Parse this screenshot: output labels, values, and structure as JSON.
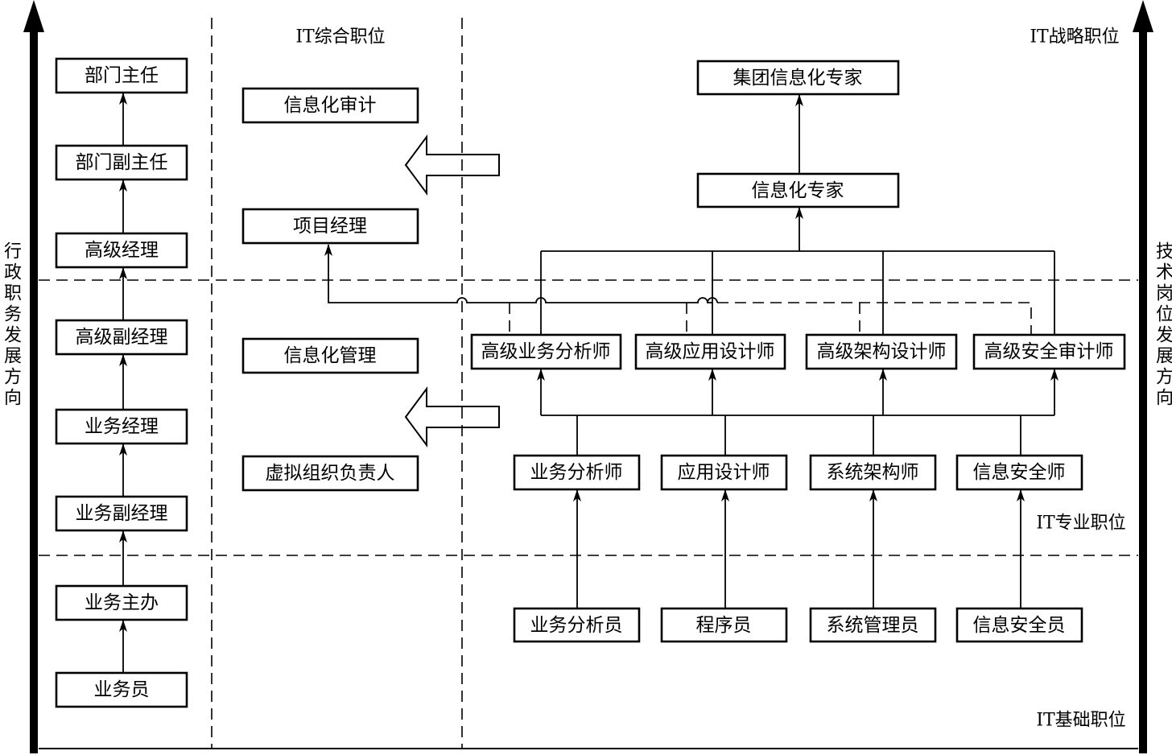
{
  "labels": {
    "left_vertical": "行政职务发展方向",
    "right_vertical": "技术岗位发展方向",
    "it_general": "IT综合职位",
    "it_strategic": "IT战略职位",
    "it_professional": "IT专业职位",
    "it_basic": "IT基础职位"
  },
  "admin_track": [
    "部门主任",
    "部门副主任",
    "高级经理",
    "高级副经理",
    "业务经理",
    "业务副经理",
    "业务主办",
    "业务员"
  ],
  "general_track": [
    "信息化审计",
    "项目经理",
    "信息化管理",
    "虚拟组织负责人"
  ],
  "strategic_track": [
    "集团信息化专家",
    "信息化专家"
  ],
  "senior_professional": [
    "高级业务分析师",
    "高级应用设计师",
    "高级架构设计师",
    "高级安全审计师"
  ],
  "professional": [
    "业务分析师",
    "应用设计师",
    "系统架构师",
    "信息安全师"
  ],
  "basic": [
    "业务分析员",
    "程序员",
    "系统管理员",
    "信息安全员"
  ]
}
